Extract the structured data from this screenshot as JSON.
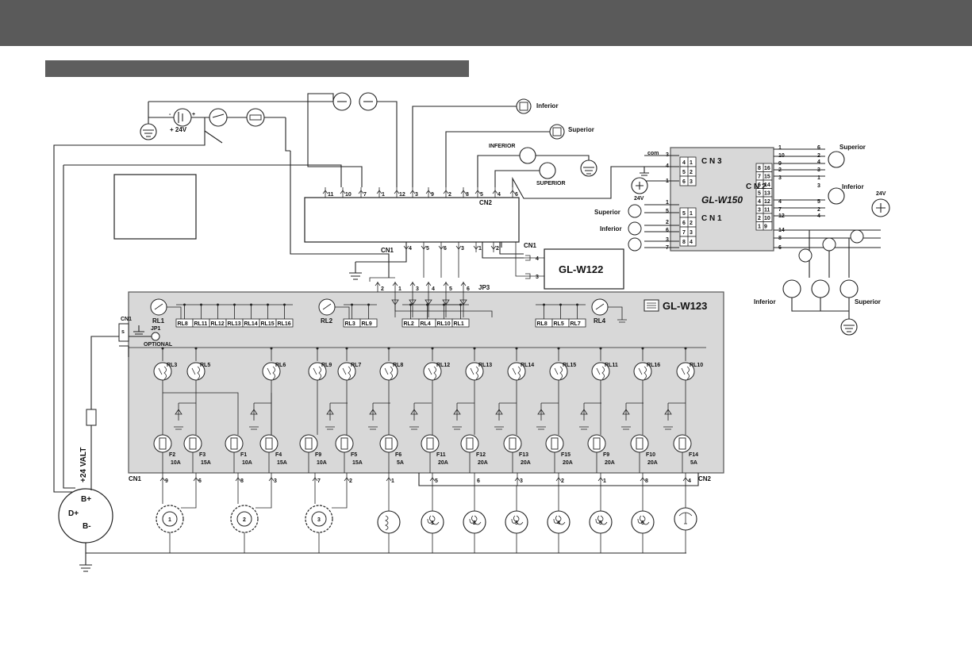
{
  "header": {
    "bar_color": "#5a5a5a"
  },
  "section": {
    "bar_color": "#5e5e5e"
  },
  "supply": {
    "battery_label": "+ 24V",
    "volt_label": "+24 VALT",
    "b_plus": "B+",
    "d_plus": "D+",
    "b_minus": "B-"
  },
  "sensors": {
    "inferior_top": "Inferior",
    "superior_top": "Superior",
    "inferior_fan": "INFERIOR",
    "superior_fan": "SUPERIOR"
  },
  "modules": {
    "w122": "GL-W122",
    "w123": "GL-W123",
    "w150": "GL-W150",
    "w150_cn3": "C N 3",
    "w150_cn1": "C N 1",
    "w150_cn2": "C N 2"
  },
  "connectors": {
    "cn1": "CN1",
    "cn2": "CN2",
    "jp3": "JP3",
    "cn1_w122": "CN1",
    "cn2_top": "CN2"
  },
  "top_pins": [
    "11",
    "10",
    "7",
    "1",
    "12",
    "3",
    "9",
    "2",
    "8",
    "5",
    "4",
    "6"
  ],
  "cn1_pins": [
    "4",
    "5",
    "6",
    "3",
    "1",
    "2"
  ],
  "jp3_pins": [
    "2",
    "1",
    "3",
    "4",
    "5",
    "6"
  ],
  "w122_pins": [
    "4",
    "3"
  ],
  "w150_cn3_pins": [
    [
      "4",
      "1"
    ],
    [
      "5",
      "2"
    ],
    [
      "6",
      "3"
    ]
  ],
  "w150_cn1_pins": [
    [
      "5",
      "1"
    ],
    [
      "6",
      "2"
    ],
    [
      "7",
      "3"
    ],
    [
      "8",
      "4"
    ]
  ],
  "w150_cn2_pins": [
    [
      "8",
      "16"
    ],
    [
      "7",
      "15"
    ],
    [
      "6",
      "14"
    ],
    [
      "5",
      "13"
    ],
    [
      "4",
      "12"
    ],
    [
      "3",
      "11"
    ],
    [
      "2",
      "10"
    ],
    [
      "1",
      "9"
    ]
  ],
  "w150_left_nums": [
    "3",
    "4",
    "1",
    "1",
    "5",
    "2",
    "6",
    "3",
    "7"
  ],
  "w150_right_nums": [
    "1",
    "10",
    "9",
    "2",
    "3",
    "4",
    "7",
    "12",
    "14",
    "8",
    "6"
  ],
  "w150_right_nums2": [
    "6",
    "2",
    "4",
    "3",
    "1",
    "3",
    "5",
    "2",
    "4"
  ],
  "w150_right_labels": {
    "superior": "Superior",
    "inferior": "Inferior",
    "volt": "24V"
  },
  "w150_left_labels": {
    "superior": "Superior",
    "inferior": "Inferior",
    "com": "com",
    "volt": "24V"
  },
  "bottom_right_labels": {
    "inferior": "Inferior",
    "superior": "Superior"
  },
  "relays_top": [
    "RL1",
    "RL2",
    "RL4"
  ],
  "relay_strip_1": [
    "RL8",
    "RL11",
    "RL12",
    "RL13",
    "RL14",
    "RL15",
    "RL16"
  ],
  "relay_strip_2": [
    "RL3",
    "RL9"
  ],
  "relay_strip_3": [
    "RL2",
    "RL4",
    "RL10",
    "RL1"
  ],
  "relay_strip_4": [
    "RL8",
    "RL5",
    "RL7"
  ],
  "jumper": {
    "jp1": "JP1",
    "optional": "OPTIONAL",
    "cn": "CN1",
    "s": "s"
  },
  "relay_row": [
    "RL3",
    "RL5",
    "RL6",
    "RL9",
    "RL7",
    "RL8",
    "RL12",
    "RL13",
    "RL14",
    "RL15",
    "RL11",
    "RL16",
    "RL10"
  ],
  "fuses": [
    {
      "name": "F2",
      "amp": "10A"
    },
    {
      "name": "F3",
      "amp": "15A"
    },
    {
      "name": "F1",
      "amp": "10A"
    },
    {
      "name": "F4",
      "amp": "15A"
    },
    {
      "name": "F9",
      "amp": "10A"
    },
    {
      "name": "F5",
      "amp": "15A"
    },
    {
      "name": "F6",
      "amp": "5A"
    },
    {
      "name": "F11",
      "amp": "20A"
    },
    {
      "name": "F12",
      "amp": "20A"
    },
    {
      "name": "F13",
      "amp": "20A"
    },
    {
      "name": "F15",
      "amp": "20A"
    },
    {
      "name": "F9",
      "amp": "20A"
    },
    {
      "name": "F10",
      "amp": "20A"
    },
    {
      "name": "F14",
      "amp": "5A"
    }
  ],
  "bottom_pins": [
    "9",
    "6",
    "8",
    "3",
    "7",
    "2",
    "1",
    "5",
    "3",
    "2",
    "1",
    "8",
    "4",
    "6"
  ],
  "blowers": [
    "1",
    "2",
    "3"
  ],
  "fans": [
    "1",
    "2",
    "3",
    "4",
    "5",
    "6"
  ]
}
